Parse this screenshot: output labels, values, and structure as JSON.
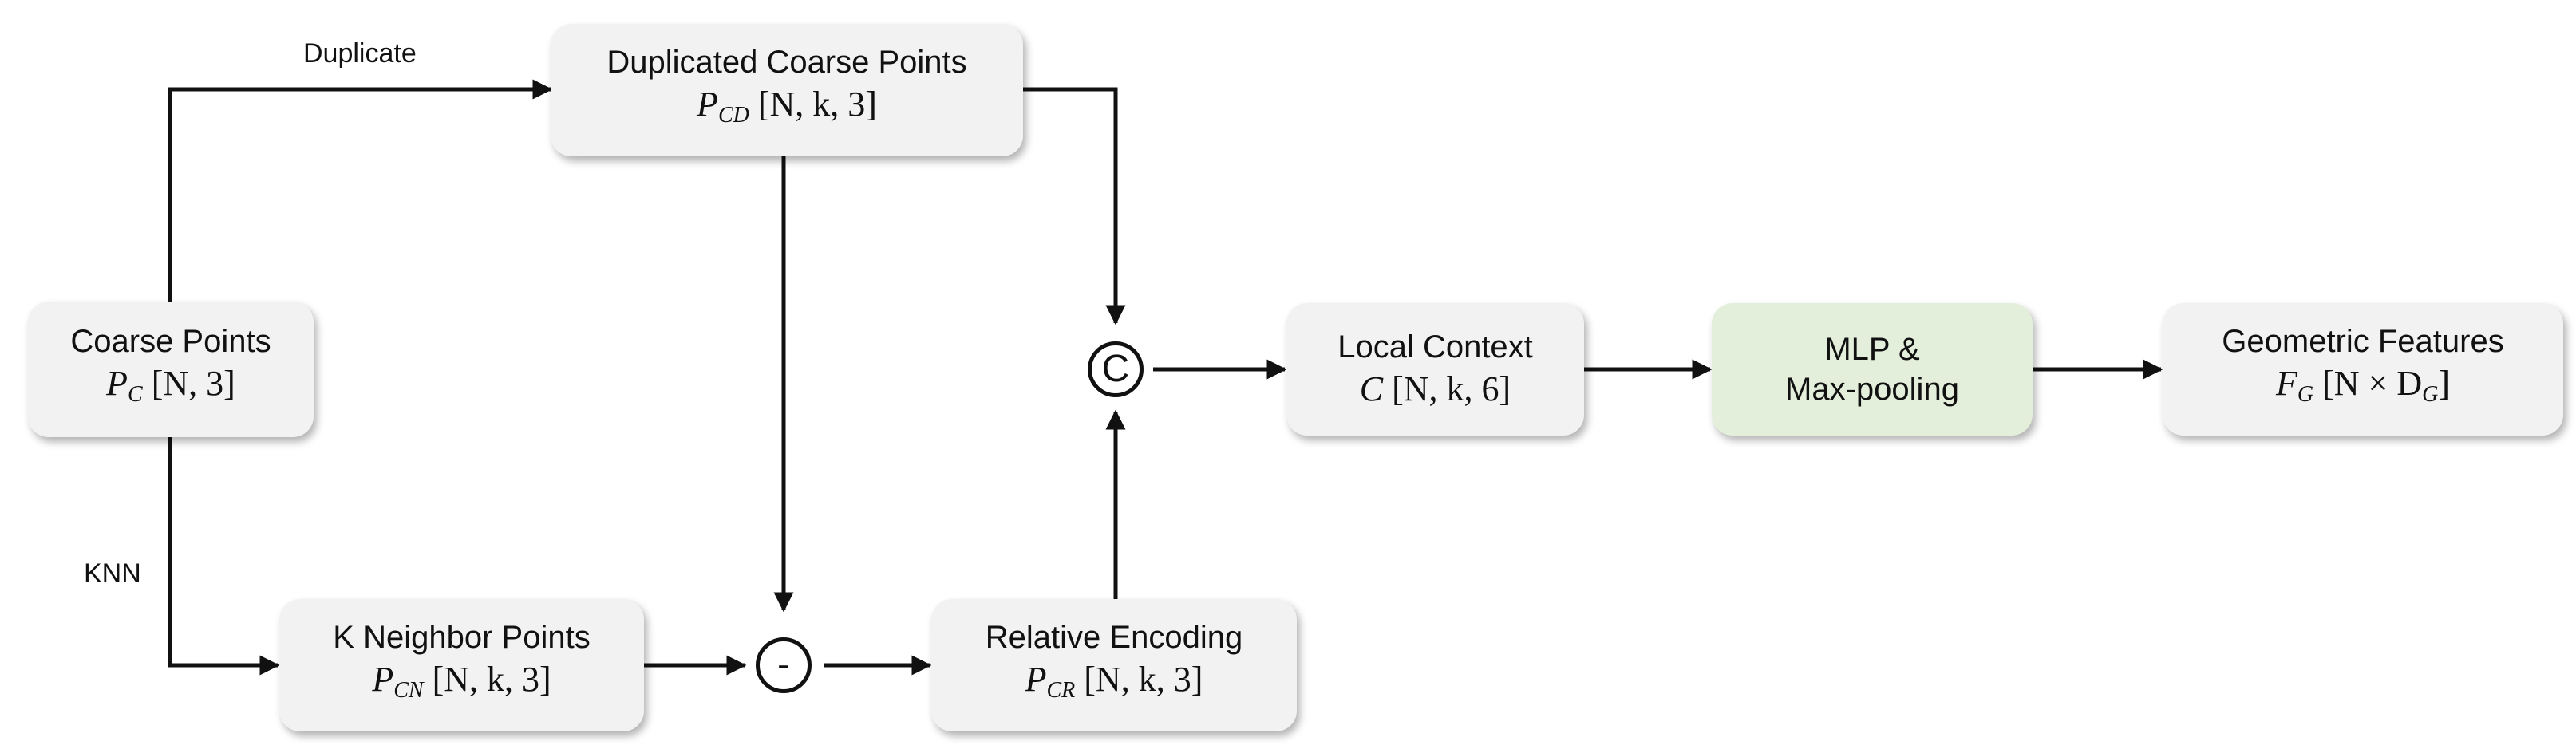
{
  "nodes": {
    "coarse": {
      "title": "Coarse Points",
      "sym": "P",
      "sub": "C",
      "dims": "[N, 3]"
    },
    "duplicated": {
      "title": "Duplicated Coarse Points",
      "sym": "P",
      "sub": "CD",
      "dims": "[N, k, 3]"
    },
    "neighbor": {
      "title": "K Neighbor Points",
      "sym": "P",
      "sub": "CN",
      "dims": "[N, k, 3]"
    },
    "relative": {
      "title": "Relative Encoding",
      "sym": "P",
      "sub": "CR",
      "dims": "[N, k, 3]"
    },
    "context": {
      "title": "Local Context",
      "sym": "C",
      "sub": "",
      "dims": "[N, k, 6]"
    },
    "mlp": {
      "title": "MLP &",
      "title2": "Max-pooling"
    },
    "geometric": {
      "title": "Geometric Features",
      "sym": "F",
      "sub": "G",
      "dims": "[N × D",
      "dims_sub": "G",
      "dims_end": "]"
    }
  },
  "edges": {
    "duplicate_label": "Duplicate",
    "knn_label": "KNN"
  },
  "operators": {
    "concat": "C",
    "subtract": "-"
  },
  "colors": {
    "box_fill": "#f2f2f2",
    "mlp_fill": "#e3efdb",
    "line": "#111111"
  }
}
